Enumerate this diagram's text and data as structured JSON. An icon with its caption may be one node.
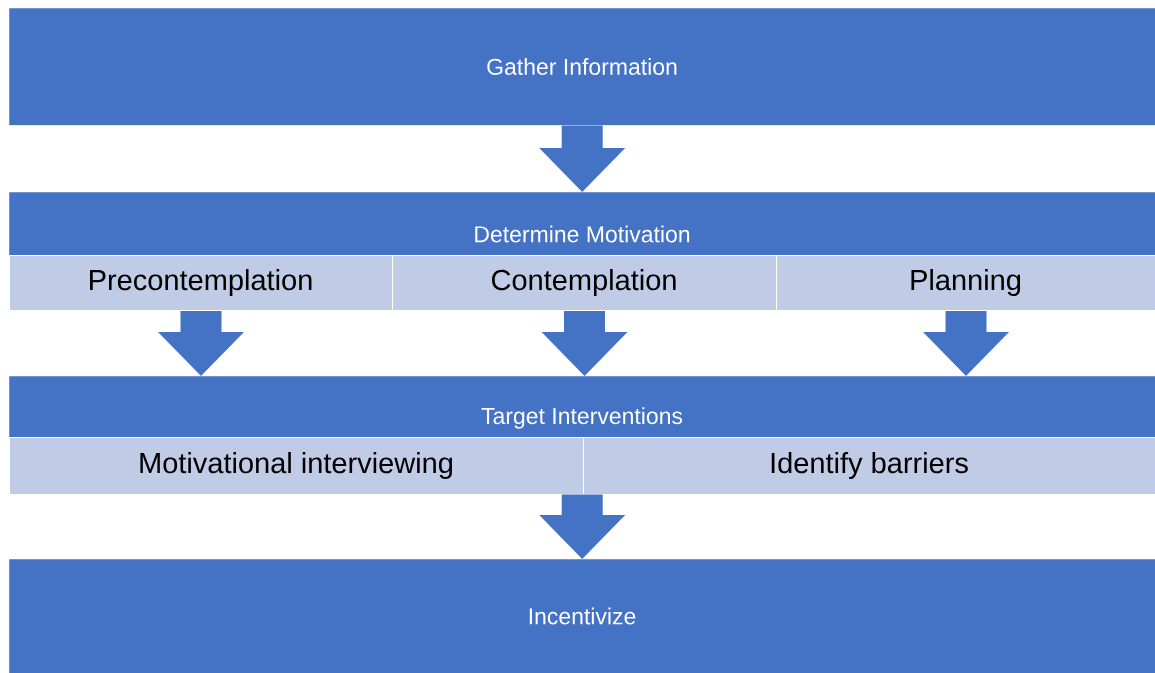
{
  "diagram": {
    "nodes": [
      {
        "text": [
          "Gather Information"
        ]
      },
      {
        "text": [
          "Determine Motivation"
        ]
      },
      {
        "text": [
          "Precontemplation"
        ],
        "in": 1
      },
      {
        "text": [
          "Contemplation"
        ],
        "in": 1
      },
      {
        "text": [
          "Planning"
        ],
        "in": 1
      },
      {
        "text": [
          "Target Interventions"
        ]
      },
      {
        "text": [
          "Motivational interviewing"
        ],
        "in": 5
      },
      {
        "text": [
          "Identify barriers"
        ],
        "in": 5
      },
      {
        "text": [
          "Incentivize"
        ]
      }
    ],
    "edges": [
      {
        "from": 0,
        "to": 1,
        "arrow": "to"
      },
      {
        "from": 2,
        "to": 5,
        "arrow": "to"
      },
      {
        "from": 3,
        "to": 5,
        "arrow": "to"
      },
      {
        "from": 4,
        "to": 5,
        "arrow": "to"
      },
      {
        "from": 5,
        "to": 8,
        "arrow": "to"
      }
    ]
  }
}
